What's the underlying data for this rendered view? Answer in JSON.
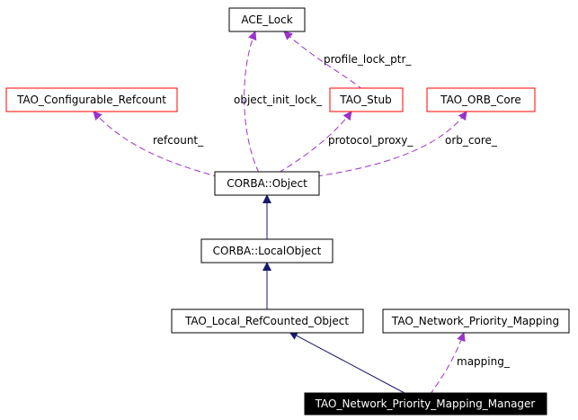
{
  "nodes": {
    "ace_lock": "ACE_Lock",
    "tao_configurable_refcount": "TAO_Configurable_Refcount",
    "tao_stub": "TAO_Stub",
    "tao_orb_core": "TAO_ORB_Core",
    "corba_object": "CORBA::Object",
    "corba_localobject": "CORBA::LocalObject",
    "tao_local_refcounted_object": "TAO_Local_RefCounted_Object",
    "tao_network_priority_mapping": "TAO_Network_Priority_Mapping",
    "tao_network_priority_mapping_manager": "TAO_Network_Priority_Mapping_Manager"
  },
  "edge_labels": {
    "profile_lock_ptr": "profile_lock_ptr_",
    "object_init_lock": "object_init_lock_",
    "refcount": "refcount_",
    "protocol_proxy": "protocol_proxy_",
    "orb_core": "orb_core_",
    "mapping": "mapping_"
  },
  "colors": {
    "inheritance_edge": "#191970",
    "usage_edge": "#9a32cd",
    "undocumented_node_border": "#ff0000",
    "documented_node_border": "#000000",
    "focus_node_fill": "#000000",
    "focus_node_text": "#ffffff"
  }
}
